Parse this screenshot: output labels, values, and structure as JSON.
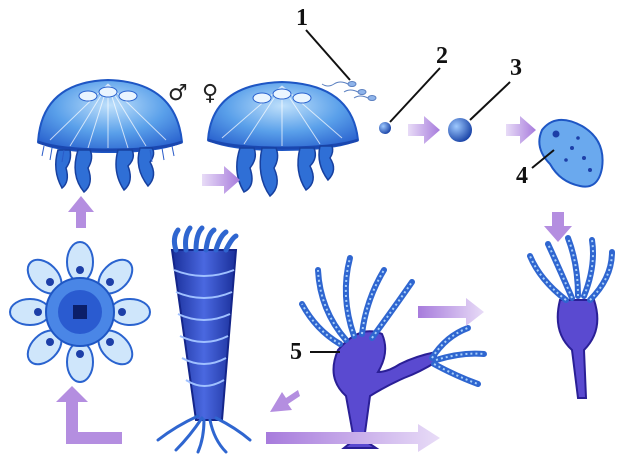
{
  "labels": {
    "l1": "1",
    "l2": "2",
    "l3": "3",
    "l4": "4",
    "l5": "5"
  },
  "symbols": {
    "male": "♂",
    "female": "♀"
  },
  "colors": {
    "body_blue": "#2f6fd6",
    "light_blue": "#8ec4f4",
    "dark_blue": "#1d3fa8",
    "purple": "#5a3fc0",
    "arrow": "#b48ee0"
  }
}
